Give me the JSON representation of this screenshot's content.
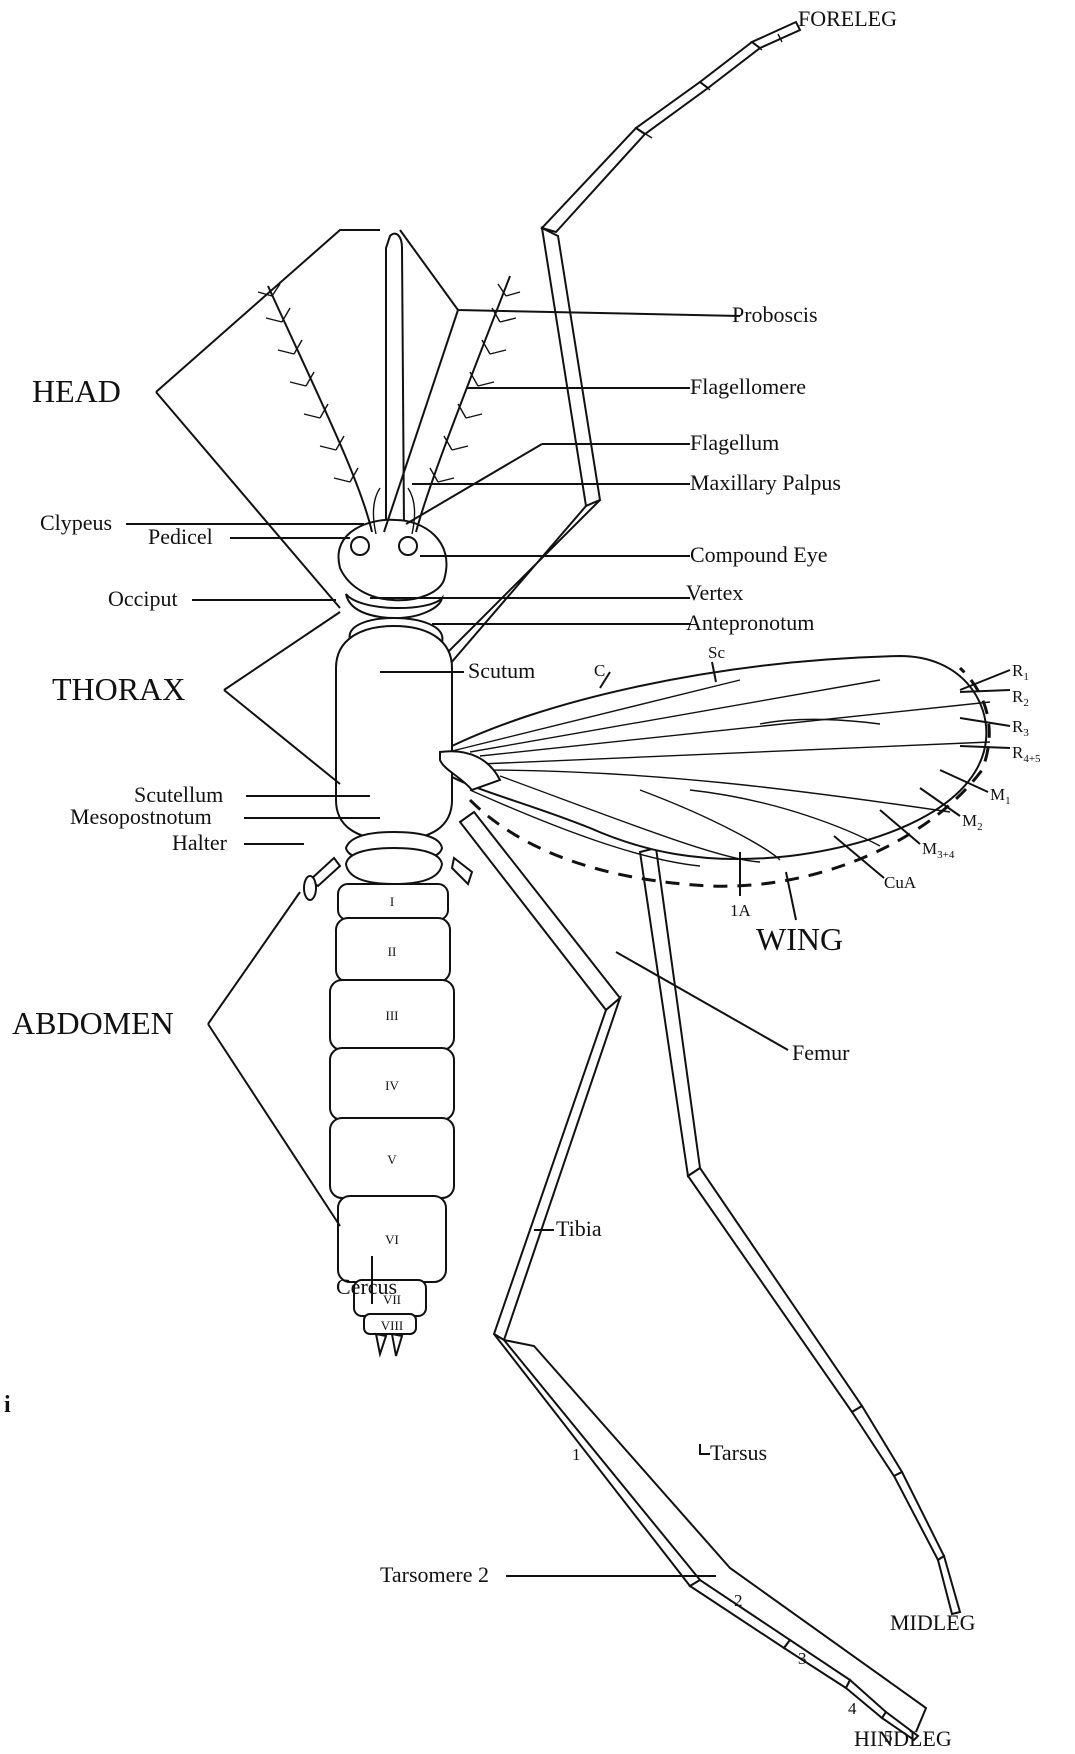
{
  "figure_letter": "i",
  "regions": {
    "head": "HEAD",
    "thorax": "THORAX",
    "abdomen": "ABDOMEN",
    "wing": "WING"
  },
  "legs": {
    "foreleg": "FORELEG",
    "midleg": "MIDLEG",
    "hindleg": "HINDLEG"
  },
  "parts": {
    "proboscis": "Proboscis",
    "flagellomere": "Flagellomere",
    "flagellum": "Flagellum",
    "maxillary_palpus": "Maxillary Palpus",
    "compound_eye": "Compound Eye",
    "vertex": "Vertex",
    "antepronotum": "Antepronotum",
    "scutum": "Scutum",
    "clypeus": "Clypeus",
    "pedicel": "Pedicel",
    "occiput": "Occiput",
    "scutellum": "Scutellum",
    "mesopostnotum": "Mesopostnotum",
    "halter": "Halter",
    "femur": "Femur",
    "tibia": "Tibia",
    "tarsus": "Tarsus",
    "tarsomere_2": "Tarsomere 2",
    "cercus": "Cercus"
  },
  "veins": {
    "c": "C",
    "sc": "Sc",
    "a1": "1A",
    "cua": "CuA",
    "r1": {
      "base": "R",
      "sub": "1"
    },
    "r2": {
      "base": "R",
      "sub": "2"
    },
    "r3": {
      "base": "R",
      "sub": "3"
    },
    "r45": {
      "base": "R",
      "sub": "4+5"
    },
    "m1": {
      "base": "M",
      "sub": "1"
    },
    "m2": {
      "base": "M",
      "sub": "2"
    },
    "m34": {
      "base": "M",
      "sub": "3+4"
    }
  },
  "abdominal_segments": [
    "I",
    "II",
    "III",
    "IV",
    "V",
    "VI",
    "VII",
    "VIII"
  ],
  "tarsomere_numbers": [
    "1",
    "2",
    "3",
    "4",
    "5"
  ]
}
